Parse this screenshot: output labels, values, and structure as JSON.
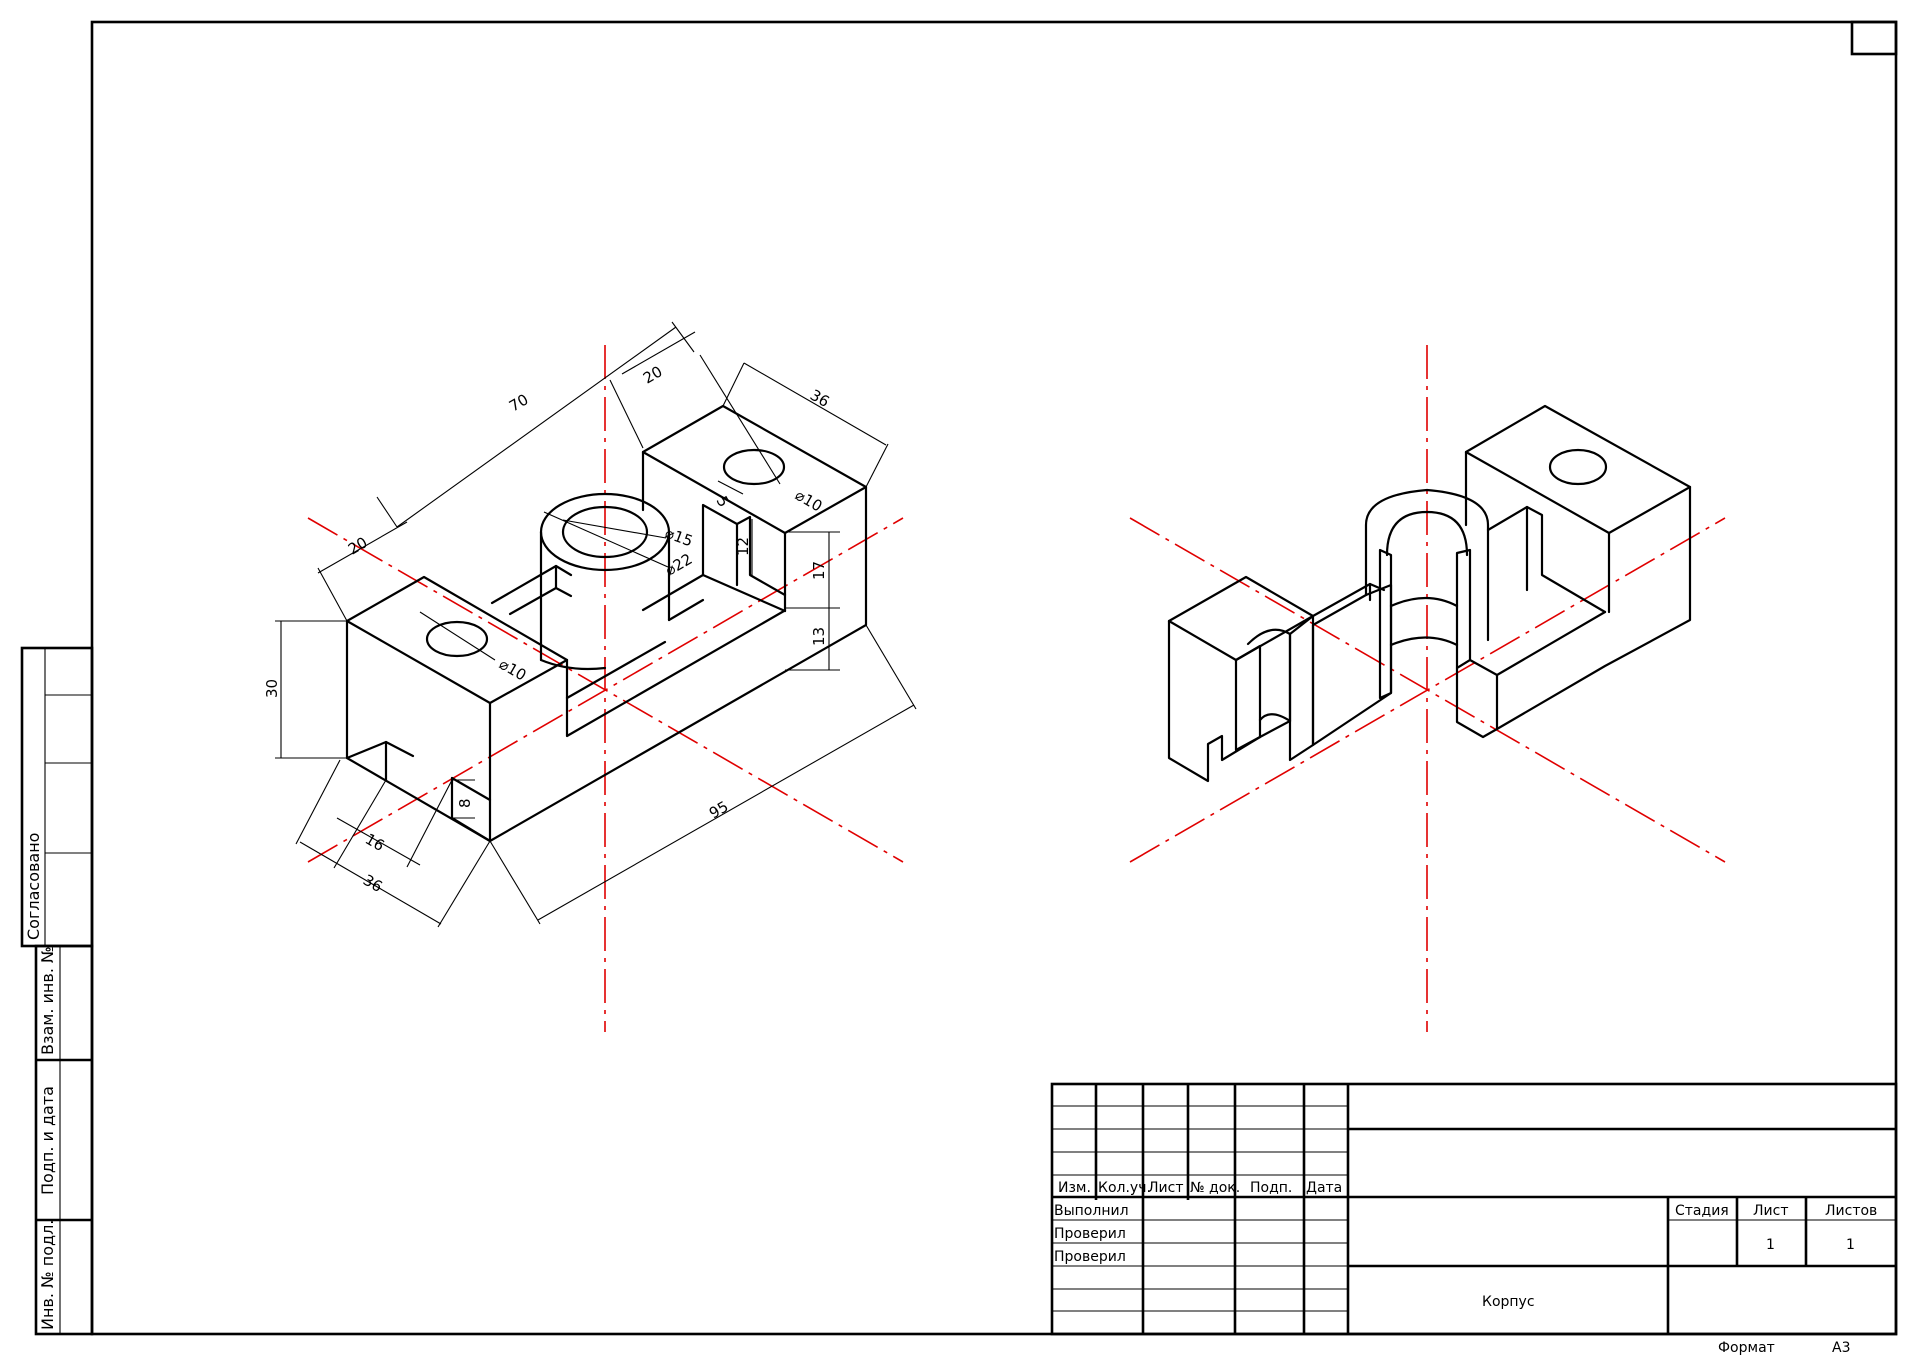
{
  "sheet": {
    "side_stamp": {
      "agreed": "Согласовано",
      "replaced_inv": "Взам. инв. №",
      "sign_date": "Подп. и дата",
      "inv_orig": "Инв. № подл."
    },
    "title_block": {
      "headers": [
        "Изм.",
        "Кол.уч.",
        "Лист",
        "№ док.",
        "Подп.",
        "Дата"
      ],
      "roles": [
        "Выполнил",
        "Проверил",
        "Проверил"
      ],
      "stage_label": "Стадия",
      "sheet_label": "Лист",
      "sheets_label": "Листов",
      "sheet_value": "1",
      "sheets_value": "1",
      "part_name": "Корпус",
      "format_label": "Формат",
      "format_value": "А3"
    }
  },
  "dimensions": {
    "overall_length": "70",
    "top_block_width": "20",
    "depth": "36",
    "hole_right": "⌀10",
    "slot_width": "5",
    "slot_height": "12",
    "bore_inner": "⌀15",
    "bore_outer": "⌀22",
    "right_upper_height": "17",
    "right_lower_height": "13",
    "left_block_width": "20",
    "height": "30",
    "hole_left": "⌀10",
    "notch_height": "8",
    "notch_width": "16",
    "base_depth": "36",
    "base_length": "95"
  }
}
